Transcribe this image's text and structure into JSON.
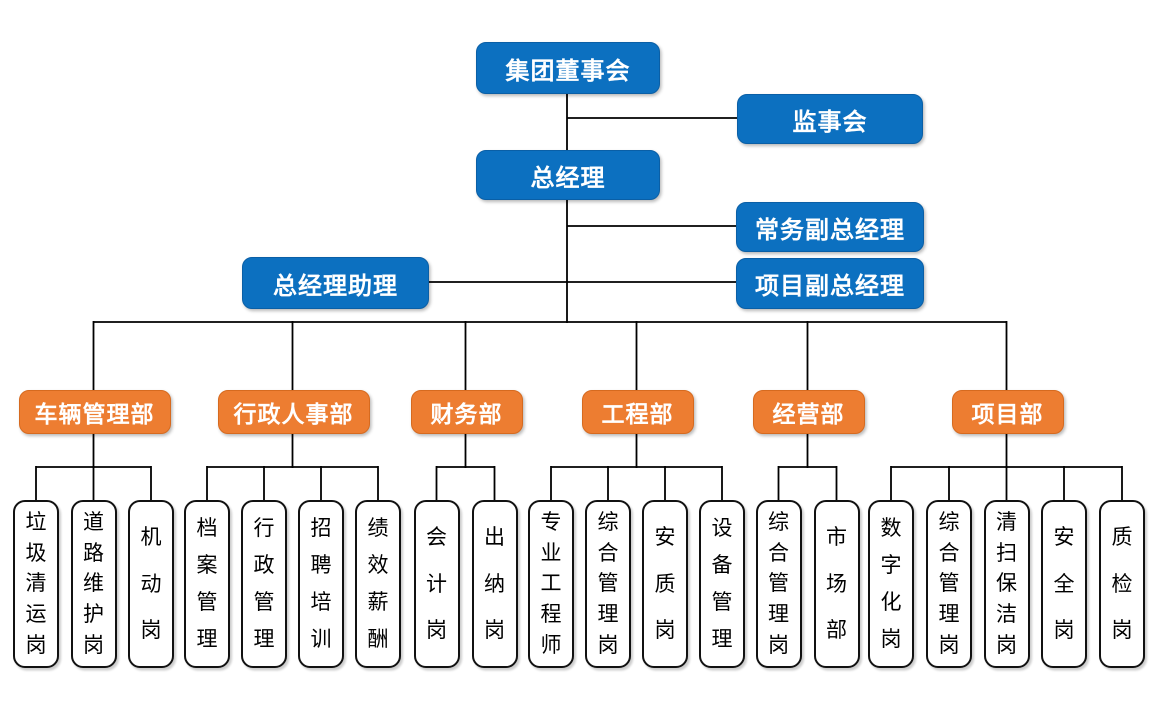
{
  "colors": {
    "blue": "#0c70c0",
    "orange": "#ed7d31",
    "line": "#000000",
    "leaf_border": "#111111"
  },
  "chart_data": {
    "type": "table",
    "title": "",
    "structure": "organization-chart",
    "root": "集团董事会",
    "children_of_root": [
      "监事会",
      "总经理"
    ],
    "children_of_gm": [
      "常务副总经理",
      "项目副总经理",
      "总经理助理"
    ]
  },
  "org": {
    "board": "集团董事会",
    "supervisory": "监事会",
    "gm": "总经理",
    "exec_deputy_gm": "常务副总经理",
    "gm_assistant": "总经理助理",
    "project_deputy_gm": "项目副总经理",
    "departments": [
      {
        "label": "车辆管理部",
        "positions": [
          "垃圾清运岗",
          "道路维护岗",
          "机动岗"
        ]
      },
      {
        "label": "行政人事部",
        "positions": [
          "档案管理",
          "行政管理",
          "招聘培训",
          "绩效薪酬"
        ]
      },
      {
        "label": "财务部",
        "positions": [
          "会计岗",
          "出纳岗"
        ]
      },
      {
        "label": "工程部",
        "positions": [
          "专业工程师",
          "综合管理岗",
          "安质岗",
          "设备管理"
        ]
      },
      {
        "label": "经营部",
        "positions": [
          "综合管理岗",
          "市场部"
        ]
      },
      {
        "label": "项目部",
        "positions": [
          "数字化岗",
          "综合管理岗",
          "清扫保洁岗",
          "安全岗",
          "质检岗"
        ]
      }
    ]
  }
}
